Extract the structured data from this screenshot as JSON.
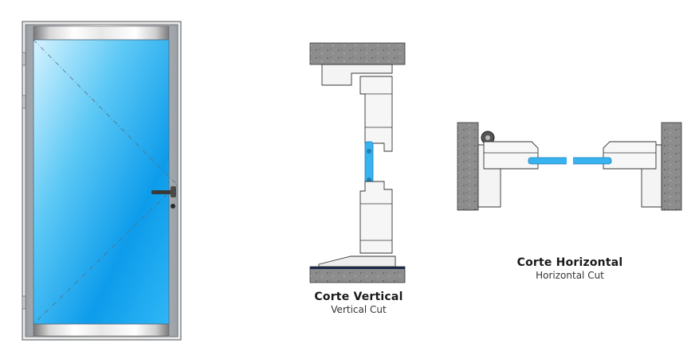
{
  "diagram": {
    "door_elevation": {},
    "vertical_section": {
      "title": "Corte Vertical",
      "subtitle": "Vertical Cut"
    },
    "horizontal_section": {
      "title": "Corte Horizontal",
      "subtitle": "Horizontal Cut"
    }
  },
  "colors": {
    "glass_light": "#c9efff",
    "glass_dark": "#0a96e6",
    "frame_metal": "#b8bcc2",
    "wall_concrete": "#8a8a8a",
    "profile_stroke": "#333333"
  },
  "icons": {
    "hinge": "hinge-icon",
    "handle": "door-handle-icon",
    "lock": "lock-cylinder-icon"
  }
}
